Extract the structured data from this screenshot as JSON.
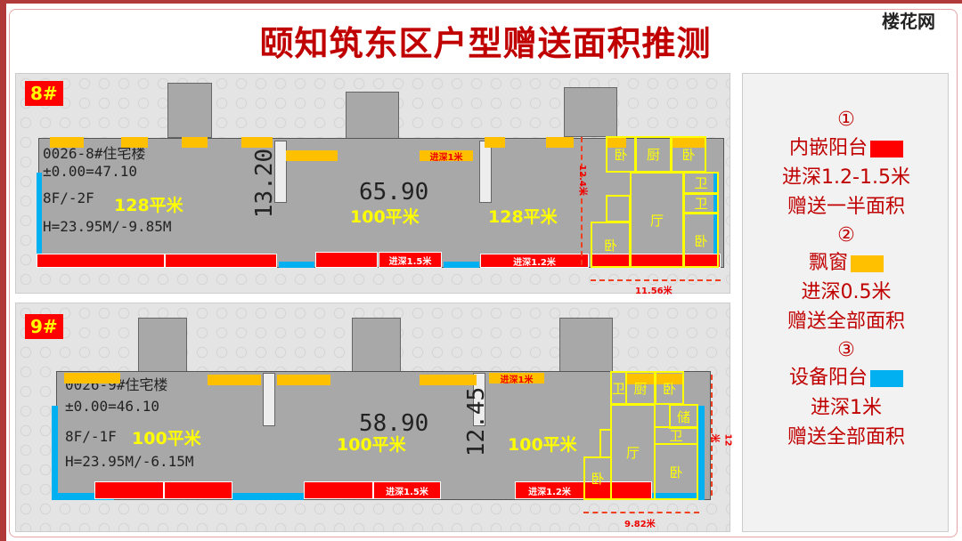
{
  "title": "颐知筑东区户型赠送面积推测",
  "logo": "楼花网",
  "colors": {
    "inset_balcony": "#ff0000",
    "bay_window": "#ffc000",
    "equipment_balcony": "#00b0f0",
    "room_outline": "#ffff00"
  },
  "b8": {
    "tag": "8#",
    "cad": [
      "0026-8#住宅楼",
      "±0.00=47.10",
      "8F/-2F",
      "H=23.95M/-9.85M",
      "13.20",
      "65.90"
    ],
    "areas": [
      "128平米",
      "100平米",
      "128平米"
    ],
    "labels": {
      "depth1": "进深1米",
      "depth15": "进深1.5米",
      "depth12": "进深1.2米",
      "height": "12.4米",
      "width": "11.56米"
    },
    "rooms": [
      "卧",
      "厨",
      "卧",
      "卫",
      "卫",
      "卧",
      "厅",
      "卧"
    ]
  },
  "b9": {
    "tag": "9#",
    "cad": [
      "0026-9#住宅楼",
      "±0.00=46.10",
      "8F/-1F",
      "H=23.95M/-6.15M",
      "12.45",
      "58.90"
    ],
    "areas": [
      "100平米",
      "100平米",
      "100平米"
    ],
    "labels": {
      "depth1": "进深1米",
      "depth15": "进深1.5米",
      "depth12": "进深1.2米",
      "height": "12米",
      "width": "9.82米"
    },
    "rooms": [
      "卫",
      "厨",
      "卧",
      "储",
      "卫",
      "卧",
      "厅",
      "卧"
    ]
  },
  "legend": {
    "i1": {
      "num": "①",
      "name": "内嵌阳台",
      "depth": "进深1.2-1.5米",
      "gift": "赠送一半面积"
    },
    "i2": {
      "num": "②",
      "name": "飘窗",
      "depth": "进深0.5米",
      "gift": "赠送全部面积"
    },
    "i3": {
      "num": "③",
      "name": "设备阳台",
      "depth": "进深1米",
      "gift": "赠送全部面积"
    }
  }
}
